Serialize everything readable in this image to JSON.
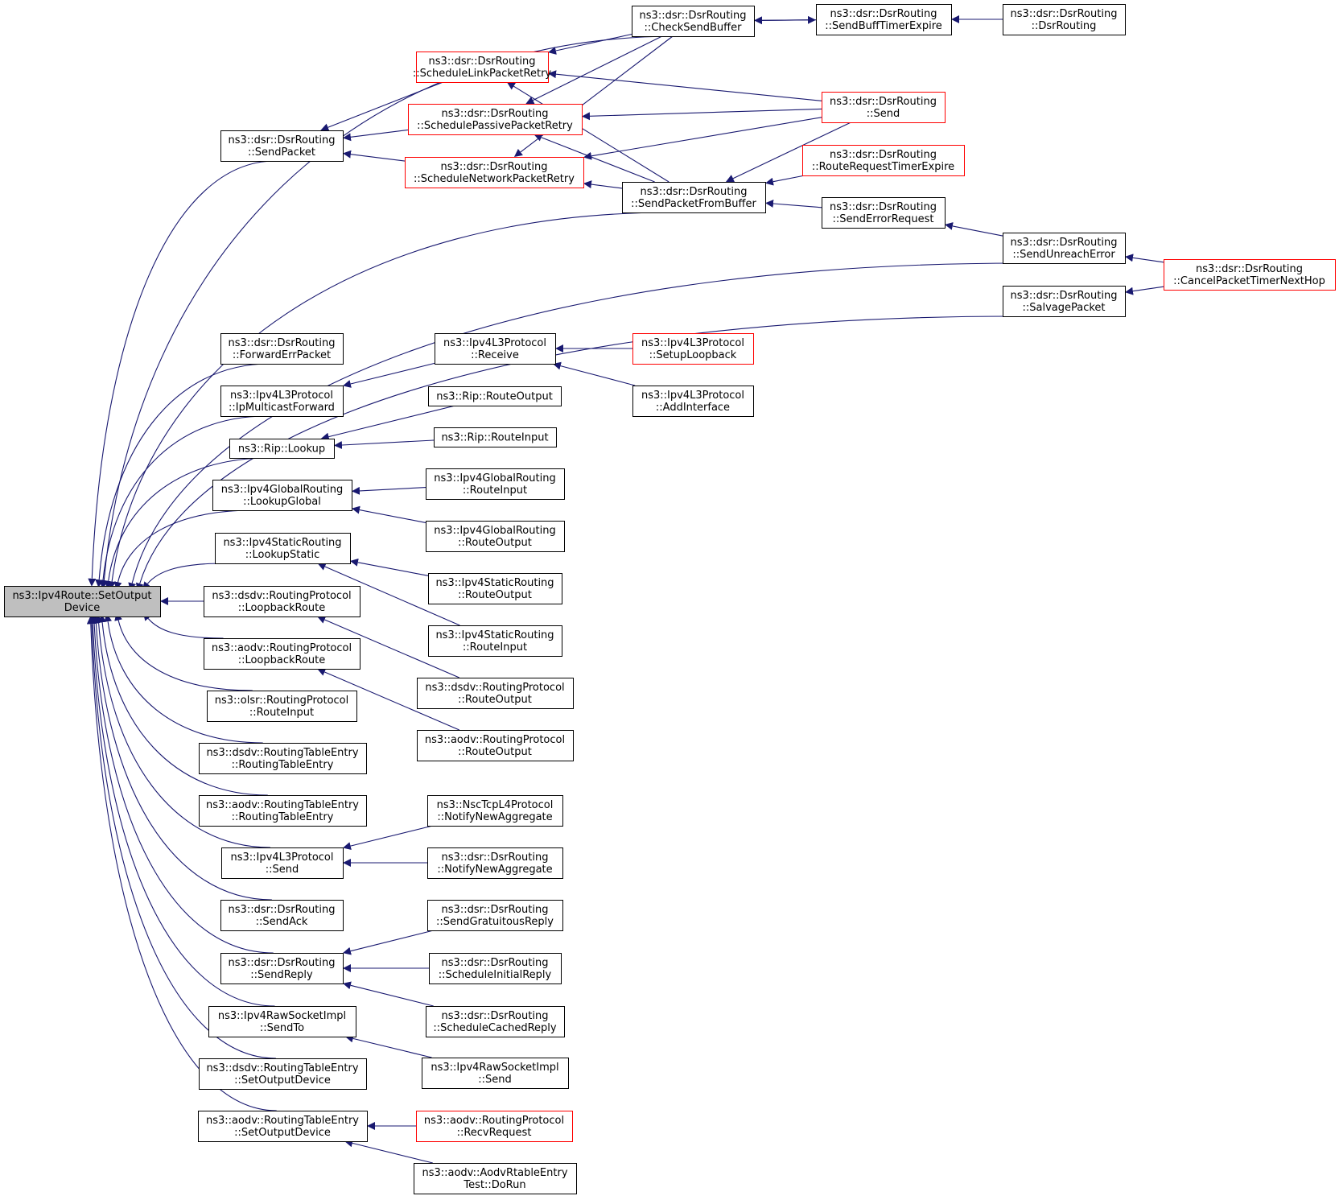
{
  "colors": {
    "edge": "#191970",
    "node_border": "#000000",
    "node_border_truncated": "#ff0000",
    "focus_fill": "#bfbfbf",
    "node_fill": "#ffffff"
  },
  "nodes": [
    {
      "id": "root",
      "lines": [
        "ns3::Ipv4Route::SetOutput",
        "Device"
      ],
      "focus": true
    },
    {
      "id": "sendpacket",
      "lines": [
        "ns3::dsr::DsrRouting",
        "::SendPacket"
      ]
    },
    {
      "id": "schedlink",
      "lines": [
        "ns3::dsr::DsrRouting",
        "::ScheduleLinkPacketRetry"
      ],
      "truncated": true
    },
    {
      "id": "schedpassive",
      "lines": [
        "ns3::dsr::DsrRouting",
        "::SchedulePassivePacketRetry"
      ],
      "truncated": true
    },
    {
      "id": "schednet",
      "lines": [
        "ns3::dsr::DsrRouting",
        "::ScheduleNetworkPacketRetry"
      ],
      "truncated": true
    },
    {
      "id": "checksend",
      "lines": [
        "ns3::dsr::DsrRouting",
        "::CheckSendBuffer"
      ]
    },
    {
      "id": "sendbuff",
      "lines": [
        "ns3::dsr::DsrRouting",
        "::SendBuffTimerExpire"
      ]
    },
    {
      "id": "dsrrouting",
      "lines": [
        "ns3::dsr::DsrRouting",
        "::DsrRouting"
      ]
    },
    {
      "id": "dsrsend",
      "lines": [
        "ns3::dsr::DsrRouting",
        "::Send"
      ],
      "truncated": true
    },
    {
      "id": "routereq",
      "lines": [
        "ns3::dsr::DsrRouting",
        "::RouteRequestTimerExpire"
      ],
      "truncated": true
    },
    {
      "id": "sendfrombuf",
      "lines": [
        "ns3::dsr::DsrRouting",
        "::SendPacketFromBuffer"
      ]
    },
    {
      "id": "senderrreq",
      "lines": [
        "ns3::dsr::DsrRouting",
        "::SendErrorRequest"
      ]
    },
    {
      "id": "sendunreach",
      "lines": [
        "ns3::dsr::DsrRouting",
        "::SendUnreachError"
      ]
    },
    {
      "id": "cancel",
      "lines": [
        "ns3::dsr::DsrRouting",
        "::CancelPacketTimerNextHop"
      ],
      "truncated": true
    },
    {
      "id": "salvage",
      "lines": [
        "ns3::dsr::DsrRouting",
        "::SalvagePacket"
      ]
    },
    {
      "id": "fwderr",
      "lines": [
        "ns3::dsr::DsrRouting",
        "::ForwardErrPacket"
      ]
    },
    {
      "id": "ipmcast",
      "lines": [
        "ns3::Ipv4L3Protocol",
        "::IpMulticastForward"
      ]
    },
    {
      "id": "receive",
      "lines": [
        "ns3::Ipv4L3Protocol",
        "::Receive"
      ]
    },
    {
      "id": "setuploop",
      "lines": [
        "ns3::Ipv4L3Protocol",
        "::SetupLoopback"
      ],
      "truncated": true
    },
    {
      "id": "addif",
      "lines": [
        "ns3::Ipv4L3Protocol",
        "::AddInterface"
      ]
    },
    {
      "id": "riplookup",
      "lines": [
        "ns3::Rip::Lookup"
      ]
    },
    {
      "id": "ripout",
      "lines": [
        "ns3::Rip::RouteOutput"
      ]
    },
    {
      "id": "ripin",
      "lines": [
        "ns3::Rip::RouteInput"
      ]
    },
    {
      "id": "globlookup",
      "lines": [
        "ns3::Ipv4GlobalRouting",
        "::LookupGlobal"
      ]
    },
    {
      "id": "globin",
      "lines": [
        "ns3::Ipv4GlobalRouting",
        "::RouteInput"
      ]
    },
    {
      "id": "globout",
      "lines": [
        "ns3::Ipv4GlobalRouting",
        "::RouteOutput"
      ]
    },
    {
      "id": "statlookup",
      "lines": [
        "ns3::Ipv4StaticRouting",
        "::LookupStatic"
      ]
    },
    {
      "id": "statout",
      "lines": [
        "ns3::Ipv4StaticRouting",
        "::RouteOutput"
      ]
    },
    {
      "id": "statin",
      "lines": [
        "ns3::Ipv4StaticRouting",
        "::RouteInput"
      ]
    },
    {
      "id": "dsdvloop",
      "lines": [
        "ns3::dsdv::RoutingProtocol",
        "::LoopbackRoute"
      ]
    },
    {
      "id": "aodvloop",
      "lines": [
        "ns3::aodv::RoutingProtocol",
        "::LoopbackRoute"
      ]
    },
    {
      "id": "dsdvout",
      "lines": [
        "ns3::dsdv::RoutingProtocol",
        "::RouteOutput"
      ]
    },
    {
      "id": "aodvout",
      "lines": [
        "ns3::aodv::RoutingProtocol",
        "::RouteOutput"
      ]
    },
    {
      "id": "olsrin",
      "lines": [
        "ns3::olsr::RoutingProtocol",
        "::RouteInput"
      ]
    },
    {
      "id": "dsdvrte",
      "lines": [
        "ns3::dsdv::RoutingTableEntry",
        "::RoutingTableEntry"
      ]
    },
    {
      "id": "aodvrte",
      "lines": [
        "ns3::aodv::RoutingTableEntry",
        "::RoutingTableEntry"
      ]
    },
    {
      "id": "ipv4send",
      "lines": [
        "ns3::Ipv4L3Protocol",
        "::Send"
      ]
    },
    {
      "id": "nscnotify",
      "lines": [
        "ns3::NscTcpL4Protocol",
        "::NotifyNewAggregate"
      ]
    },
    {
      "id": "dsrnotify",
      "lines": [
        "ns3::dsr::DsrRouting",
        "::NotifyNewAggregate"
      ]
    },
    {
      "id": "sendack",
      "lines": [
        "ns3::dsr::DsrRouting",
        "::SendAck"
      ]
    },
    {
      "id": "sendreply",
      "lines": [
        "ns3::dsr::DsrRouting",
        "::SendReply"
      ]
    },
    {
      "id": "gratuitous",
      "lines": [
        "ns3::dsr::DsrRouting",
        "::SendGratuitousReply"
      ]
    },
    {
      "id": "initreply",
      "lines": [
        "ns3::dsr::DsrRouting",
        "::ScheduleInitialReply"
      ]
    },
    {
      "id": "cachedreply",
      "lines": [
        "ns3::dsr::DsrRouting",
        "::ScheduleCachedReply"
      ]
    },
    {
      "id": "rawsendto",
      "lines": [
        "ns3::Ipv4RawSocketImpl",
        "::SendTo"
      ]
    },
    {
      "id": "rawsend",
      "lines": [
        "ns3::Ipv4RawSocketImpl",
        "::Send"
      ]
    },
    {
      "id": "dsdvsetout",
      "lines": [
        "ns3::dsdv::RoutingTableEntry",
        "::SetOutputDevice"
      ]
    },
    {
      "id": "aodvsetout",
      "lines": [
        "ns3::aodv::RoutingTableEntry",
        "::SetOutputDevice"
      ]
    },
    {
      "id": "recvreq",
      "lines": [
        "ns3::aodv::RoutingProtocol",
        "::RecvRequest"
      ],
      "truncated": true
    },
    {
      "id": "dorun",
      "lines": [
        "ns3::aodv::AodvRtableEntry",
        "Test::DoRun"
      ]
    }
  ],
  "edges": [
    [
      "checksend",
      "root"
    ],
    [
      "sendpacket",
      "root"
    ],
    [
      "sendfrombuf",
      "root"
    ],
    [
      "sendunreach",
      "root"
    ],
    [
      "salvage",
      "root"
    ],
    [
      "fwderr",
      "root"
    ],
    [
      "ipmcast",
      "root"
    ],
    [
      "riplookup",
      "root"
    ],
    [
      "globlookup",
      "root"
    ],
    [
      "statlookup",
      "root"
    ],
    [
      "dsdvloop",
      "root"
    ],
    [
      "aodvloop",
      "root"
    ],
    [
      "olsrin",
      "root"
    ],
    [
      "dsdvrte",
      "root"
    ],
    [
      "aodvrte",
      "root"
    ],
    [
      "ipv4send",
      "root"
    ],
    [
      "sendack",
      "root"
    ],
    [
      "sendreply",
      "root"
    ],
    [
      "rawsendto",
      "root"
    ],
    [
      "dsdvsetout",
      "root"
    ],
    [
      "aodvsetout",
      "root"
    ],
    [
      "schedlink",
      "sendpacket"
    ],
    [
      "schedpassive",
      "sendpacket"
    ],
    [
      "schednet",
      "sendpacket"
    ],
    [
      "checksend",
      "schedlink"
    ],
    [
      "dsrsend",
      "schedlink"
    ],
    [
      "sendfrombuf",
      "schedlink"
    ],
    [
      "checksend",
      "schedpassive"
    ],
    [
      "dsrsend",
      "schedpassive"
    ],
    [
      "sendfrombuf",
      "schedpassive"
    ],
    [
      "checksend",
      "schednet"
    ],
    [
      "dsrsend",
      "schednet"
    ],
    [
      "sendfrombuf",
      "schednet"
    ],
    [
      "sendbuff",
      "checksend"
    ],
    [
      "checksend",
      "sendbuff"
    ],
    [
      "dsrrouting",
      "sendbuff"
    ],
    [
      "dsrsend",
      "sendfrombuf"
    ],
    [
      "routereq",
      "sendfrombuf"
    ],
    [
      "senderrreq",
      "sendfrombuf"
    ],
    [
      "sendunreach",
      "senderrreq"
    ],
    [
      "cancel",
      "sendunreach"
    ],
    [
      "cancel",
      "salvage"
    ],
    [
      "receive",
      "ipmcast"
    ],
    [
      "setuploop",
      "receive"
    ],
    [
      "addif",
      "receive"
    ],
    [
      "ripout",
      "riplookup"
    ],
    [
      "ripin",
      "riplookup"
    ],
    [
      "globin",
      "globlookup"
    ],
    [
      "globout",
      "globlookup"
    ],
    [
      "statout",
      "statlookup"
    ],
    [
      "statin",
      "statlookup"
    ],
    [
      "dsdvout",
      "dsdvloop"
    ],
    [
      "aodvout",
      "aodvloop"
    ],
    [
      "nscnotify",
      "ipv4send"
    ],
    [
      "dsrnotify",
      "ipv4send"
    ],
    [
      "gratuitous",
      "sendreply"
    ],
    [
      "initreply",
      "sendreply"
    ],
    [
      "cachedreply",
      "sendreply"
    ],
    [
      "rawsend",
      "rawsendto"
    ],
    [
      "recvreq",
      "aodvsetout"
    ],
    [
      "dorun",
      "aodvsetout"
    ]
  ]
}
